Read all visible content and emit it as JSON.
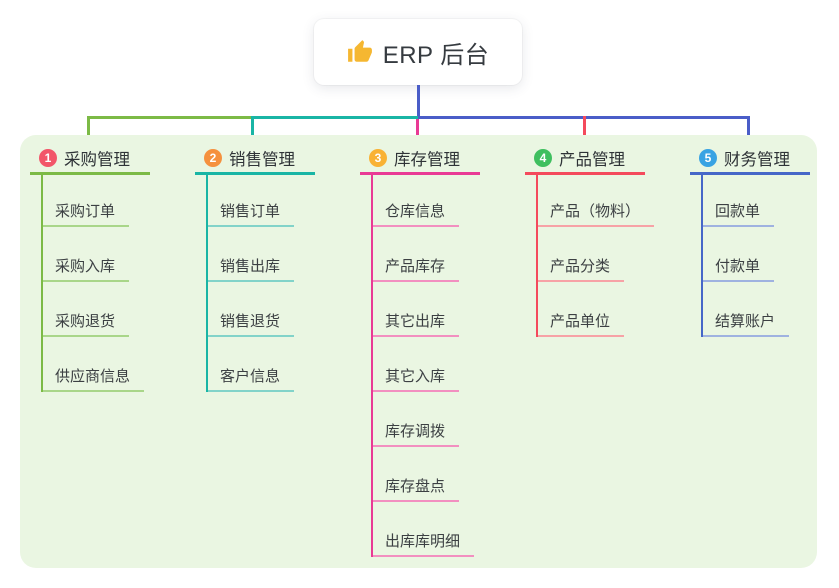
{
  "root": {
    "label": "ERP 后台",
    "icon": "thumbs-up-icon"
  },
  "colors": {
    "canvas_bg": "#ffffff",
    "panel_bg": "#eaf6e2",
    "root_line": "#4a5dc8",
    "thumb_icon": "#f5b731"
  },
  "branches": [
    {
      "index": "1",
      "label": "采购管理",
      "badge_color": "#f25669",
      "line_color": "#7cba46",
      "child_line_color": "#a9d689",
      "children": [
        "采购订单",
        "采购入库",
        "采购退货",
        "供应商信息"
      ]
    },
    {
      "index": "2",
      "label": "销售管理",
      "badge_color": "#f5913e",
      "line_color": "#19b5a5",
      "child_line_color": "#82d3c9",
      "children": [
        "销售订单",
        "销售出库",
        "销售退货",
        "客户信息"
      ]
    },
    {
      "index": "3",
      "label": "库存管理",
      "badge_color": "#f9b234",
      "line_color": "#e93a95",
      "child_line_color": "#f28fc0",
      "children": [
        "仓库信息",
        "产品库存",
        "其它出库",
        "其它入库",
        "库存调拨",
        "库存盘点",
        "出库库明细"
      ]
    },
    {
      "index": "4",
      "label": "产品管理",
      "badge_color": "#3fbf5f",
      "line_color": "#f44a5c",
      "child_line_color": "#f7a2a6",
      "children": [
        "产品（物料）",
        "产品分类",
        "产品单位"
      ]
    },
    {
      "index": "5",
      "label": "财务管理",
      "badge_color": "#39a3e3",
      "line_color": "#4667c8",
      "child_line_color": "#9fb2e0",
      "children": [
        "回款单",
        "付款单",
        "结算账户"
      ]
    }
  ]
}
